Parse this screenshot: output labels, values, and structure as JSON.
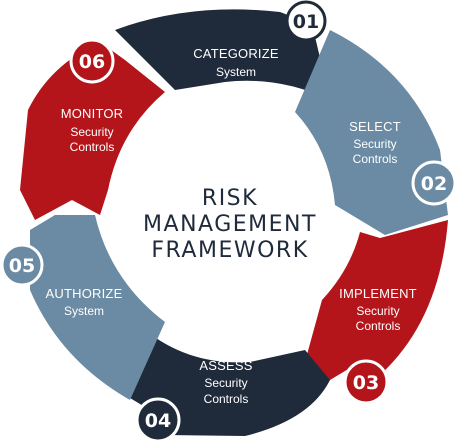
{
  "center": {
    "line1": "RISK",
    "line2": "MANAGEMENT",
    "line3": "FRAMEWORK"
  },
  "colors": {
    "dark": "#1f2a3a",
    "blue": "#6a8ba3",
    "red": "#b3151b",
    "badge_bg": "#ffffff"
  },
  "steps": [
    {
      "number": "01",
      "title": "CATEGORIZE",
      "subtitle": "System"
    },
    {
      "number": "02",
      "title": "SELECT",
      "subtitle1": "Security",
      "subtitle2": "Controls"
    },
    {
      "number": "03",
      "title": "IMPLEMENT",
      "subtitle1": "Security",
      "subtitle2": "Controls"
    },
    {
      "number": "04",
      "title": "ASSESS",
      "subtitle1": "Security",
      "subtitle2": "Controls"
    },
    {
      "number": "05",
      "title": "AUTHORIZE",
      "subtitle": "System"
    },
    {
      "number": "06",
      "title": "MONITOR",
      "subtitle1": "Security",
      "subtitle2": "Controls"
    }
  ]
}
